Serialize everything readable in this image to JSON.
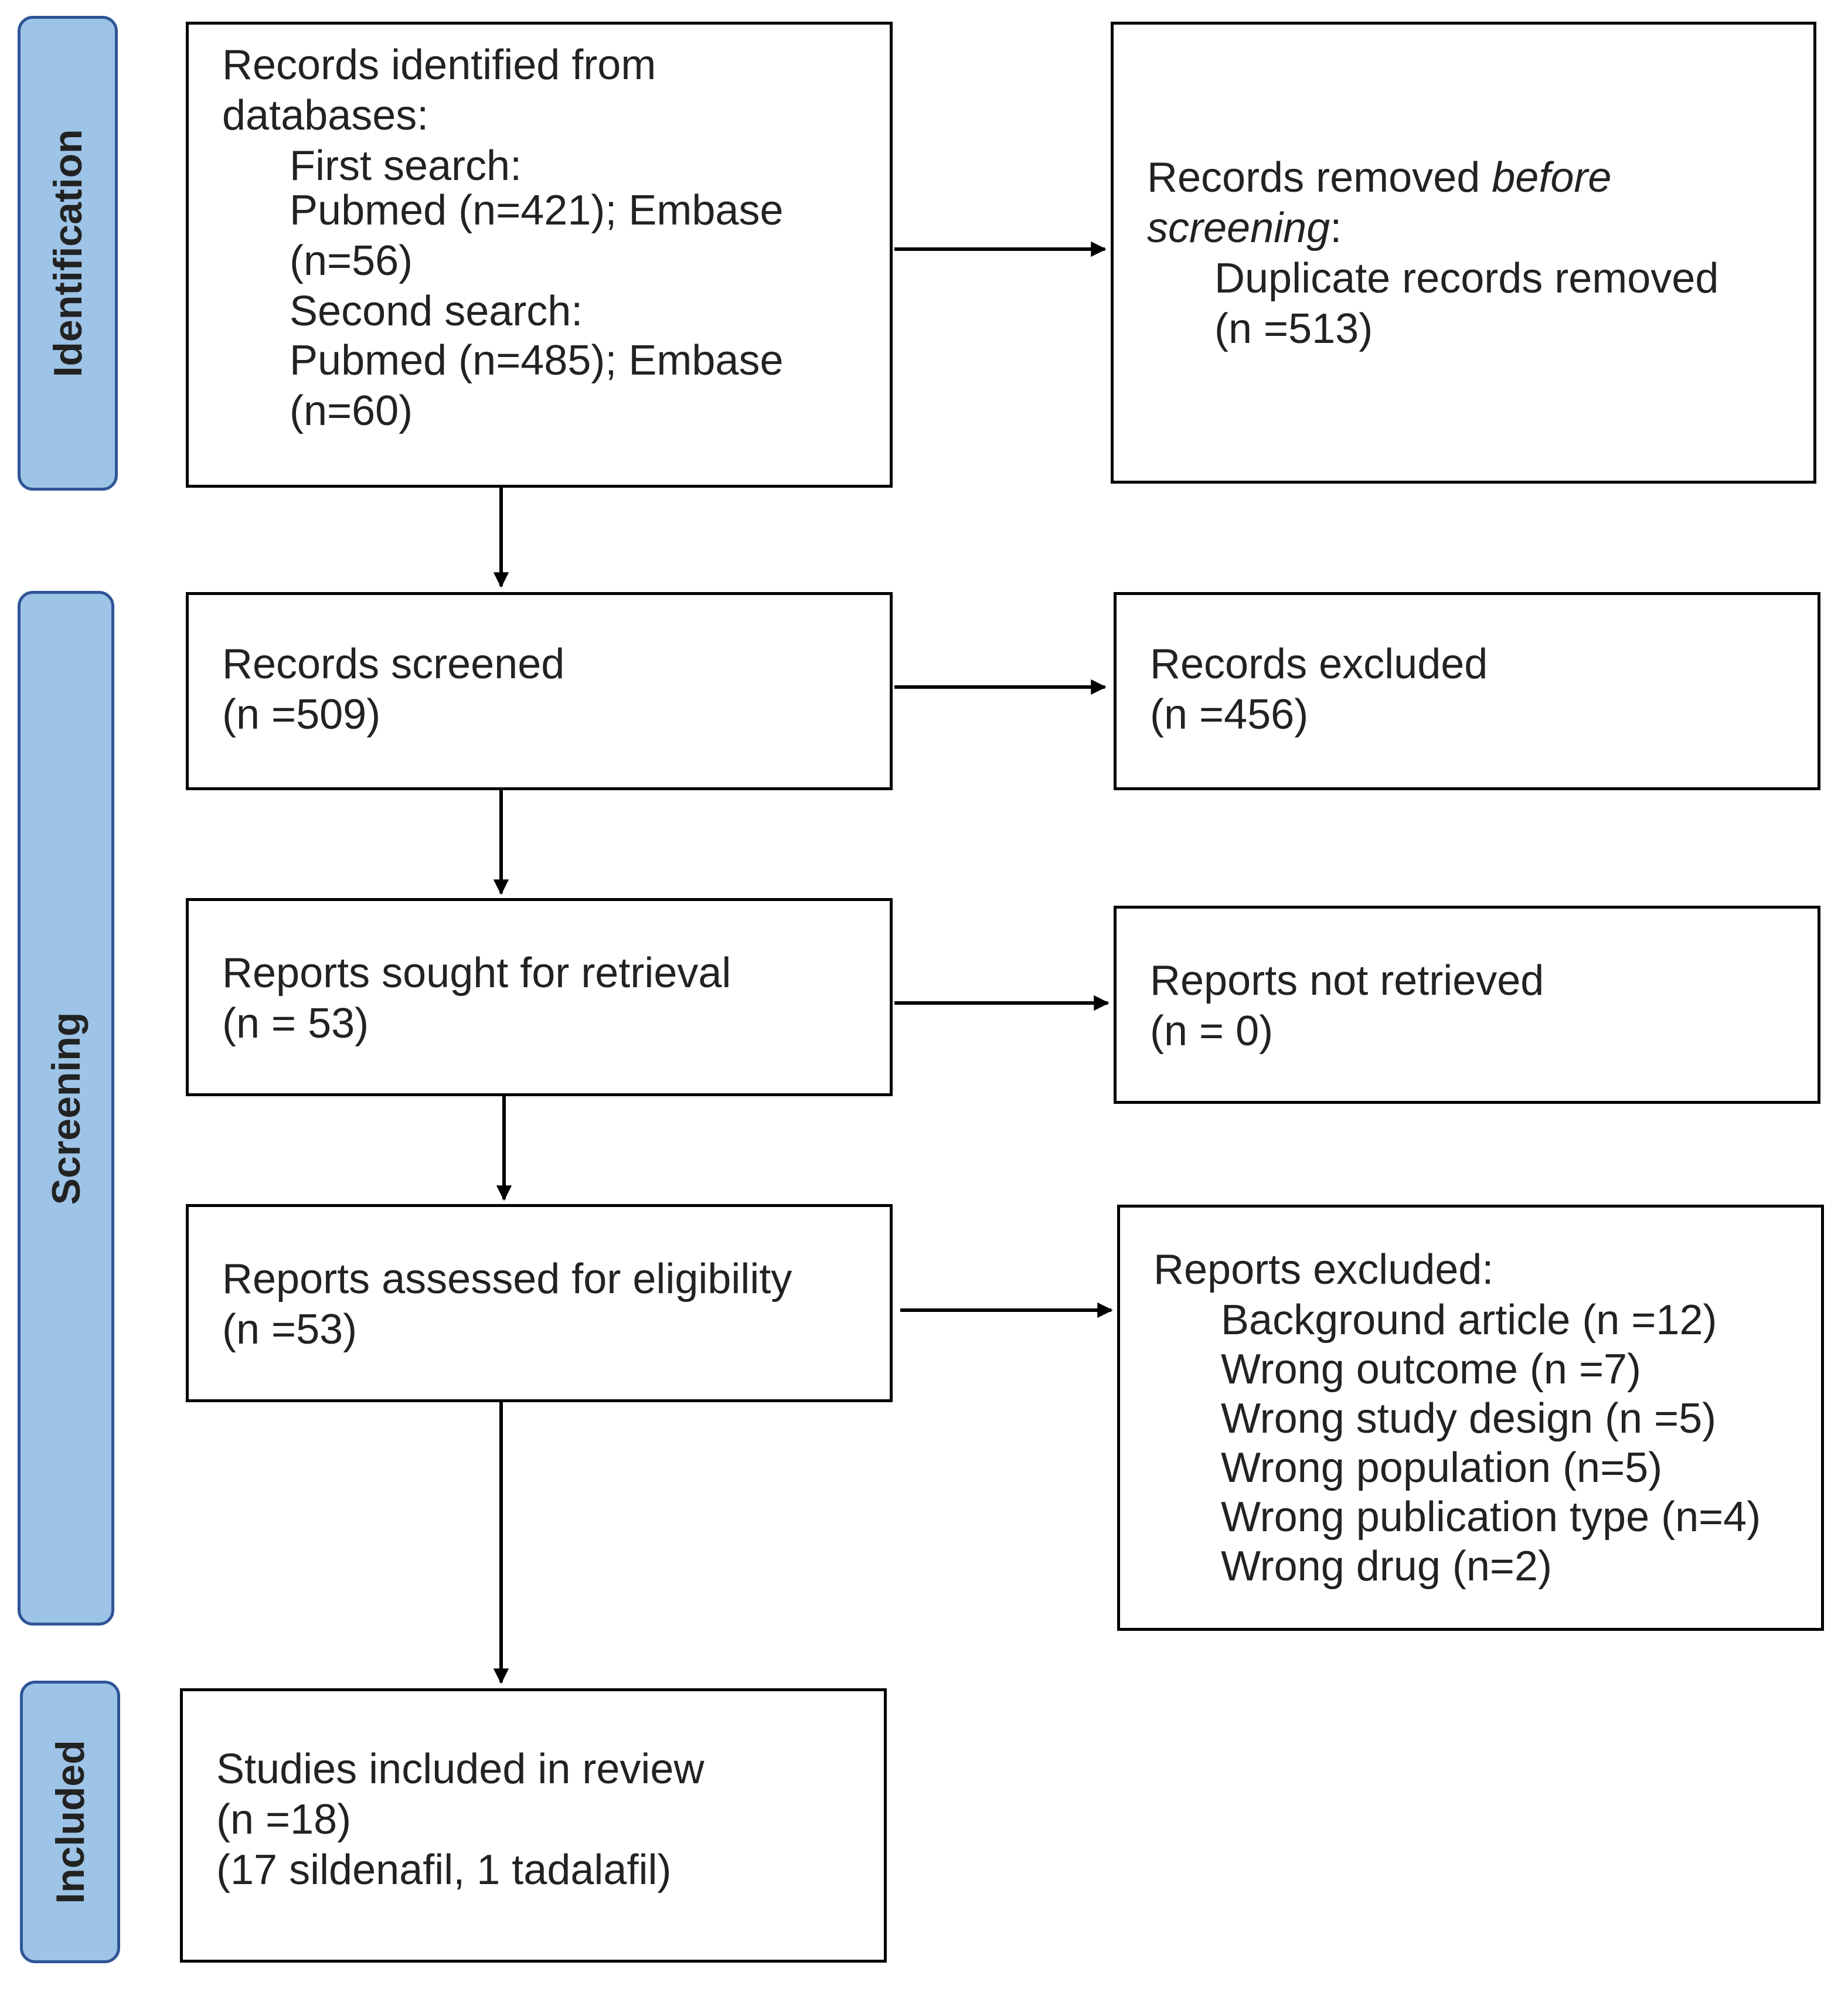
{
  "phases": {
    "identification": "Identification",
    "screening": "Screening",
    "included": "Included"
  },
  "identified": {
    "title_1": "Records identified from",
    "title_2": "databases:",
    "first_label": "First search:",
    "first_counts_1": "Pubmed (n=421); Embase",
    "first_counts_2": "(n=56)",
    "second_label": "Second search:",
    "second_counts_1": "Pubmed (n=485); Embase",
    "second_counts_2": "(n=60)"
  },
  "removed": {
    "label_plain": "Records removed ",
    "label_italic_1": "before",
    "label_italic_2": "screening",
    "label_colon": ":",
    "item": "Duplicate records removed",
    "count": "(n =513)"
  },
  "screened": {
    "label": "Records screened",
    "count": "(n =509)"
  },
  "excluded": {
    "label": "Records excluded",
    "count": "(n =456)"
  },
  "sought": {
    "label": "Reports sought for retrieval",
    "count": "(n = 53)"
  },
  "not_retrieved": {
    "label": "Reports not retrieved",
    "count": "(n = 0)"
  },
  "assessed": {
    "label": "Reports assessed for eligibility",
    "count": "(n =53)"
  },
  "reports_excluded": {
    "label": "Reports excluded:",
    "reasons": [
      "Background article (n =12)",
      "Wrong outcome (n =7)",
      "Wrong study design (n =5)",
      "Wrong population (n=5)",
      "Wrong publication type (n=4)",
      "Wrong drug (n=2)"
    ]
  },
  "included_box": {
    "label": "Studies included in review",
    "count": "(n =18)",
    "detail": "(17 sildenafil, 1 tadalafil)"
  }
}
